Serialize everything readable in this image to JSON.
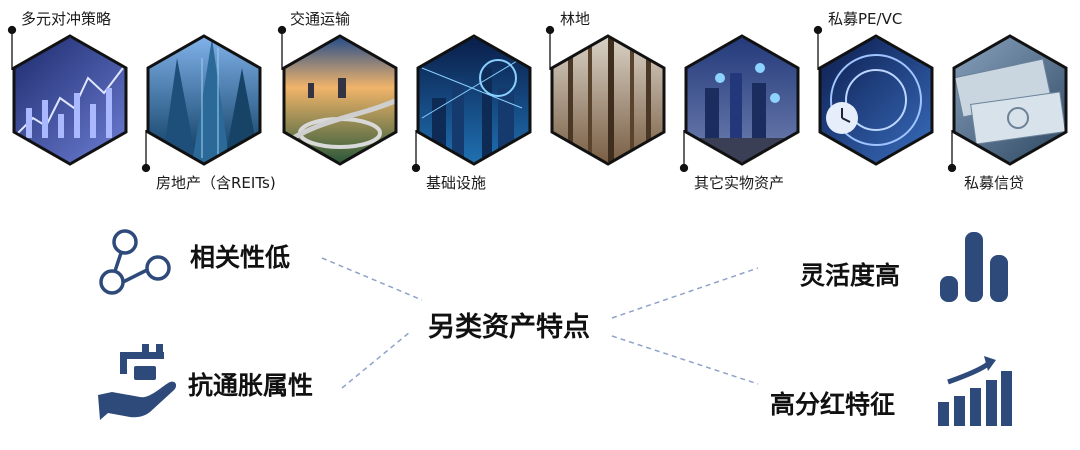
{
  "asset_types": [
    {
      "label": "多元对冲策略",
      "image": "trading-chart"
    },
    {
      "label": "房地产（含REITs)",
      "image": "skyscrapers"
    },
    {
      "label": "交通运输",
      "image": "highway-interchange"
    },
    {
      "label": "基础设施",
      "image": "smart-city-network"
    },
    {
      "label": "林地",
      "image": "forest-trees"
    },
    {
      "label": "其它实物资产",
      "image": "city-location-pins"
    },
    {
      "label": "私募PE/VC",
      "image": "clock-financial"
    },
    {
      "label": "私募信贷",
      "image": "banknotes"
    }
  ],
  "center_title": "另类资产特点",
  "features": {
    "low_correlation": {
      "label": "相关性低",
      "icon": "network-nodes-icon"
    },
    "anti_inflation": {
      "label": "抗通胀属性",
      "icon": "hand-key-icon"
    },
    "high_flexibility": {
      "label": "灵活度高",
      "icon": "bar-chart-icon"
    },
    "high_dividend": {
      "label": "高分红特征",
      "icon": "growth-chart-icon"
    }
  },
  "colors": {
    "accent": "#2d4a7a",
    "dashed_line": "#8fa3c8",
    "text": "#111111"
  }
}
